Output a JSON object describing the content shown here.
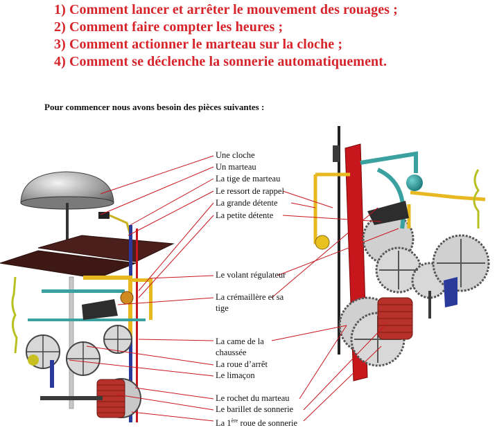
{
  "heading": {
    "items": [
      "1) Comment lancer et arrêter le mouvement des rouages ;",
      "2) Comment faire compter les heures ;",
      "3) Comment actionner le marteau sur la cloche ;",
      "4) Comment se déclenche la sonnerie automatiquement."
    ]
  },
  "intro": "Pour commencer nous avons besoin des pièces suivantes :",
  "labels": {
    "cloche": "Une cloche",
    "marteau": "Un marteau",
    "tige_marteau": "La tige de marteau",
    "ressort_rappel": "Le ressort de rappel",
    "grande_detente": "La grande détente",
    "petite_detente": "La petite détente",
    "volant": "Le volant régulateur",
    "cremaillere_1": "La crémaillère et sa",
    "cremaillere_2": "tige",
    "came_1": "La came de la",
    "came_2": "chaussée",
    "roue_arret": "La roue d’arrêt",
    "limacon": "Le limaçon",
    "rochet": "Le rochet du marteau",
    "barillet": "Le barillet de sonnerie",
    "premiere_roue_prefix": "La 1",
    "premiere_roue_sup": "ère",
    "premiere_roue_suffix": " roue de sonnerie"
  },
  "colors": {
    "heading_red": "#d7232a",
    "leader_line": "#c8161d",
    "frame_red": "#c8161d",
    "gear_gray": "#c8c8c8",
    "arm_yellow": "#e8b820",
    "arm_teal": "#3aa0a0",
    "plate_brown": "#4a1f1c",
    "coil_red": "#b8302a",
    "blue_rod": "#2a3a9a"
  }
}
